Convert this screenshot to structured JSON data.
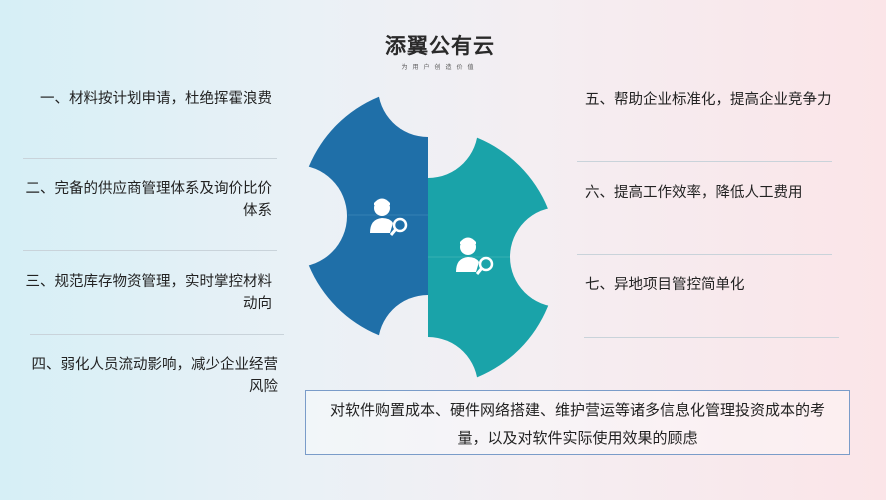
{
  "brand": {
    "title": "添翼公有云",
    "subtitle": "为用户创造价值"
  },
  "left_items": [
    "一、材料按计划申请，杜绝挥霍浪费",
    "二、完备的供应商管理体系及询价比价体系",
    "三、规范库存物资管理，实时掌控材料动向",
    "四、弱化人员流动影响，减少企业经营风险"
  ],
  "right_items": [
    "五、帮助企业标准化，提高企业竞争力",
    "六、提高工作效率，降低人工费用",
    "七、异地项目管控简单化"
  ],
  "bottom_note": "对软件购置成本、硬件网络搭建、维护营运等诸多信息化管理投资成本的考量，以及对软件实际使用效果的顾虑",
  "colors": {
    "left_piece": "#1f6fa8",
    "right_piece": "#1aa3a9",
    "box_border": "#7a9cc9"
  },
  "icons": [
    "user-search-icon",
    "user-search-icon"
  ]
}
